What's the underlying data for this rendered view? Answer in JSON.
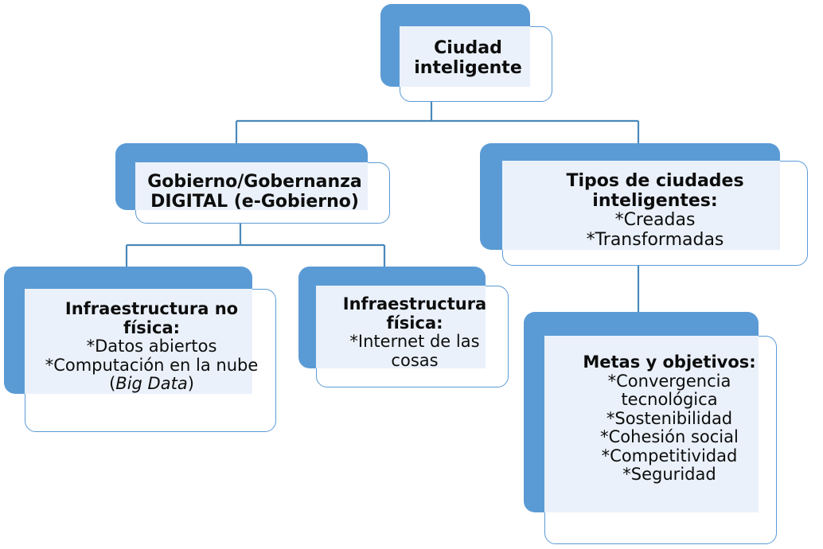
{
  "diagram": {
    "title_text": "Ciudad inteligente",
    "theme": {
      "accent": "#5b9bd5",
      "card_fill": "#ffffff",
      "tint_fill": "#eaf1fa",
      "border": "#5b9bd5",
      "text": "#0d0d0d",
      "background": "#ffffff"
    },
    "nodes": {
      "root": {
        "title_line1": "Ciudad",
        "title_line2": "inteligente"
      },
      "gobierno": {
        "title_line1": "Gobierno/Gobernanza",
        "title_line2": "DIGITAL (e-Gobierno)"
      },
      "tipos": {
        "title_line1": "Tipos de ciudades",
        "title_line2": "inteligentes:",
        "item1": "*Creadas",
        "item2": "*Transformadas"
      },
      "infra_no_fisica": {
        "title_line1": "Infraestructura no",
        "title_line2": "física:",
        "item1": "*Datos abiertos",
        "item2_pre": "*Computación en la nube",
        "item2_paren_open": "(",
        "item2_italic": "Big Data",
        "item2_paren_close": ")"
      },
      "infra_fisica": {
        "title_line1": "Infraestructura",
        "title_line2": "física:",
        "item1_line1": "*Internet de las",
        "item1_line2": "cosas"
      },
      "metas": {
        "title": "Metas y objetivos:",
        "item1_line1": "*Convergencia",
        "item1_line2": "tecnológica",
        "item2": "*Sostenibilidad",
        "item3": "*Cohesión social",
        "item4": "*Competitividad",
        "item5": "*Seguridad"
      }
    },
    "edges": [
      {
        "name": "root-to-level2",
        "from": "root",
        "to": [
          "gobierno",
          "tipos"
        ]
      },
      {
        "name": "gobierno-to-level3",
        "from": "gobierno",
        "to": [
          "infra_no_fisica",
          "infra_fisica"
        ]
      },
      {
        "name": "tipos-to-metas",
        "from": "tipos",
        "to": [
          "metas"
        ]
      }
    ]
  }
}
